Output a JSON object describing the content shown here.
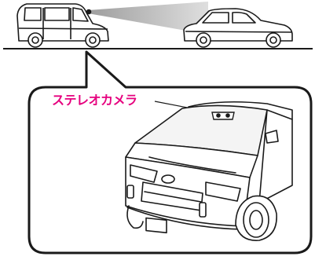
{
  "diagram": {
    "camera_label": "ステレオカメラ",
    "accent_color": "#e6007e",
    "line_color": "#1a1a1a",
    "beam_color": "#b3b3b3",
    "icons": [
      "own-vehicle-side-view",
      "preceding-vehicle-side-view",
      "car-front-three-quarter-view",
      "stereo-camera-icon"
    ]
  }
}
